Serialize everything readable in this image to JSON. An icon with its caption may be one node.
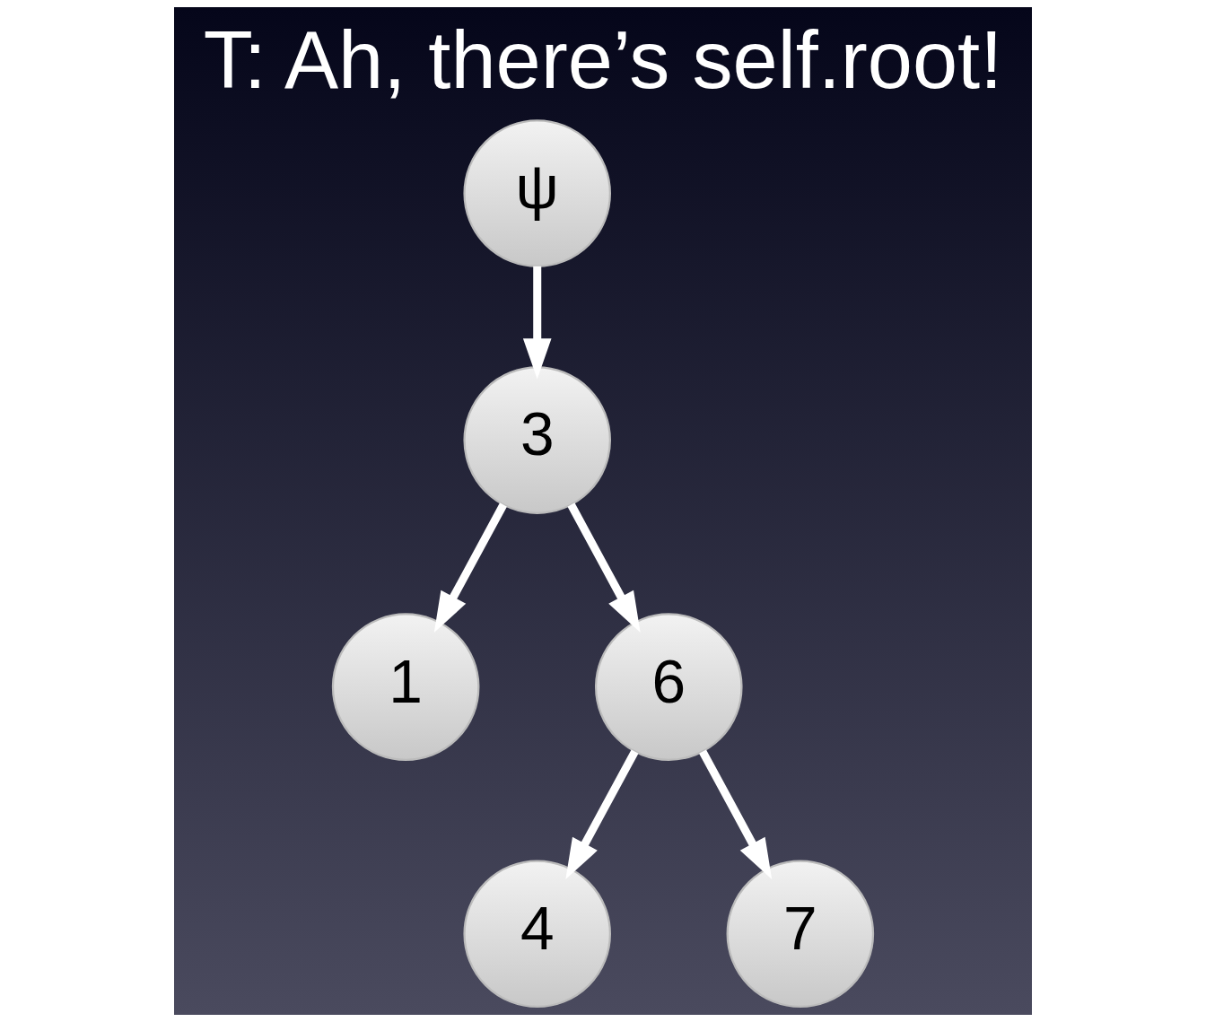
{
  "diagram": {
    "title": "T: Ah, there’s self.root!",
    "nodes": [
      {
        "text": [
          "ψ"
        ]
      },
      {
        "text": [
          "3"
        ]
      },
      {
        "text": [
          "1"
        ]
      },
      {
        "text": [
          "6"
        ]
      },
      {
        "text": [
          "4"
        ]
      },
      {
        "text": [
          "7"
        ]
      }
    ],
    "edges": [
      {
        "from": 0,
        "to": 1,
        "arrow": "to"
      },
      {
        "from": 1,
        "to": 2,
        "arrow": "to"
      },
      {
        "from": 1,
        "to": 3,
        "arrow": "to"
      },
      {
        "from": 3,
        "to": 4,
        "arrow": "to"
      },
      {
        "from": 3,
        "to": 5,
        "arrow": "to"
      }
    ]
  }
}
